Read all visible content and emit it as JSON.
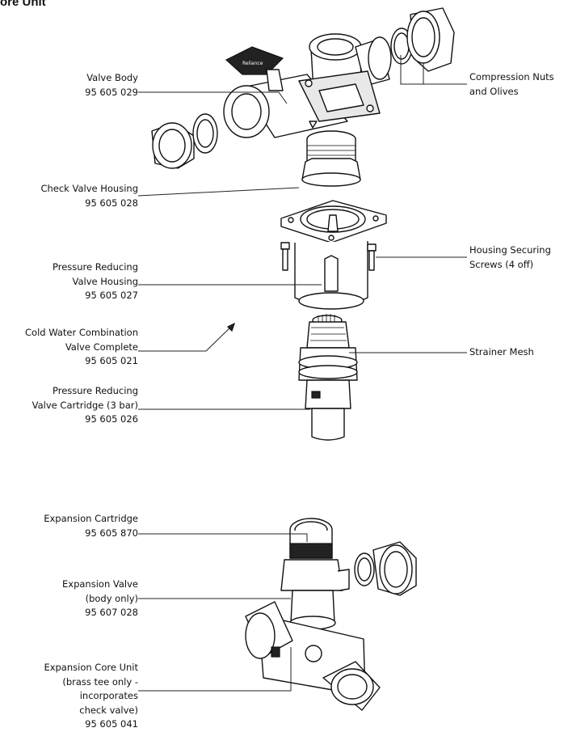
{
  "heading": "ore Unit",
  "labels": {
    "valve_body": [
      "Valve Body",
      "95 605 029"
    ],
    "compression": [
      "Compression Nuts",
      "and Olives"
    ],
    "check_valve": [
      "Check Valve Housing",
      "95 605 028"
    ],
    "housing_screws": [
      "Housing Securing",
      "Screws (4 off)"
    ],
    "prv_housing": [
      "Pressure Reducing",
      "Valve Housing",
      "95 605 027"
    ],
    "cold_water": [
      "Cold Water Combination",
      "Valve Complete",
      "95 605 021"
    ],
    "strainer": [
      "Strainer Mesh"
    ],
    "prv_cartridge": [
      "Pressure Reducing",
      "Valve Cartridge (3 bar)",
      "95 605 026"
    ],
    "exp_cartridge": [
      "Expansion Cartridge",
      "95 605 870"
    ],
    "exp_valve": [
      "Expansion Valve",
      "(body only)",
      "95 607 028"
    ],
    "exp_core": [
      "Expansion Core Unit",
      "(brass tee only -",
      "incorporates",
      "check valve)",
      "95 605 041"
    ]
  },
  "icons": {
    "handle_logo": "Reliance"
  }
}
